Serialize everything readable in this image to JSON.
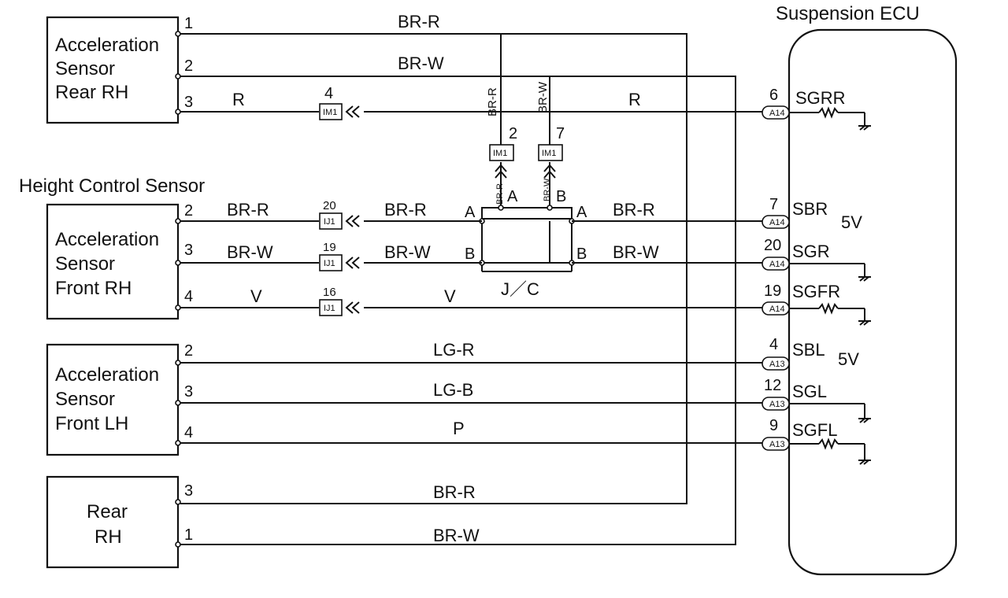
{
  "title": "Suspension ECU",
  "sensors": {
    "rear_rh": [
      "Acceleration",
      "Sensor",
      "Rear RH"
    ],
    "front_rh": [
      "Acceleration",
      "Sensor",
      "Front RH"
    ],
    "front_lh": [
      "Acceleration",
      "Sensor",
      "Front LH"
    ],
    "height_rear_rh": [
      "Rear",
      "RH"
    ],
    "height_control_label": "Height Control Sensor"
  },
  "pins": {
    "rr": [
      "1",
      "2",
      "3"
    ],
    "frh": [
      "2",
      "3",
      "4"
    ],
    "flh": [
      "2",
      "3",
      "4"
    ],
    "hrr": [
      "3",
      "1"
    ]
  },
  "wires": {
    "w1": "BR-R",
    "w2": "BR-W",
    "w3": "R",
    "w3b": "R",
    "frh1": "BR-R",
    "frh1b": "BR-R",
    "frh1c": "BR-R",
    "frh2": "BR-W",
    "frh2b": "BR-W",
    "frh2c": "BR-W",
    "frh3": "V",
    "frh3b": "V",
    "flh1": "LG-R",
    "flh2": "LG-B",
    "flh3": "P",
    "hrr1": "BR-R",
    "hrr2": "BR-W",
    "vert1": "BR-R",
    "vert2": "BR-W",
    "vert3": "BR-R",
    "vert4": "BR-W"
  },
  "connectors": {
    "im1": "IM1",
    "ij1": "IJ1",
    "a14": "A14",
    "a13": "A13",
    "im1_pins": [
      "4",
      "2",
      "7"
    ],
    "ij1_pins": [
      "20",
      "19",
      "16"
    ]
  },
  "jc": {
    "label": "J／C",
    "left_top": "A",
    "left_bot": "B",
    "right_top": "A",
    "right_bot": "B",
    "mid_a": "A",
    "mid_b": "B"
  },
  "ecu_pins": [
    {
      "num": "6",
      "name": "SGRR"
    },
    {
      "num": "7",
      "name": "SBR"
    },
    {
      "num": "20",
      "name": "SGR"
    },
    {
      "num": "19",
      "name": "SGFR"
    },
    {
      "num": "4",
      "name": "SBL"
    },
    {
      "num": "12",
      "name": "SGL"
    },
    {
      "num": "9",
      "name": "SGFL"
    }
  ],
  "voltages": [
    "5V",
    "5V"
  ]
}
